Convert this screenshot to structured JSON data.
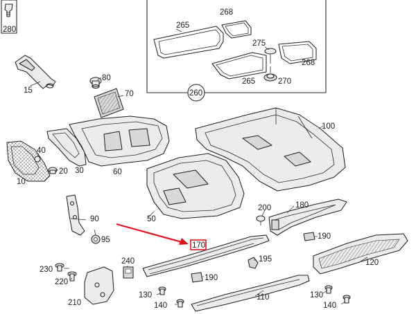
{
  "diagram": {
    "highlight_color": "#e0141a",
    "highlighted_part": "170",
    "labels": {
      "p280": "280",
      "p265a": "265",
      "p268a": "268",
      "p275": "275",
      "p268b": "268",
      "p265b": "265",
      "p270": "270",
      "p260": "260",
      "p15": "15",
      "p80": "80",
      "p70": "70",
      "p100": "100",
      "p40": "40",
      "p30": "30",
      "p60": "60",
      "p20": "20",
      "p10": "10",
      "p50": "50",
      "p200": "200",
      "p180": "180",
      "p90": "90",
      "p95": "95",
      "p190a": "190",
      "p170": "170",
      "p120": "120",
      "p240": "240",
      "p195": "195",
      "p230": "230",
      "p220": "220",
      "p190b": "190",
      "p210": "210",
      "p130a": "130",
      "p140a": "140",
      "p110": "110",
      "p130b": "130",
      "p140b": "140"
    }
  }
}
